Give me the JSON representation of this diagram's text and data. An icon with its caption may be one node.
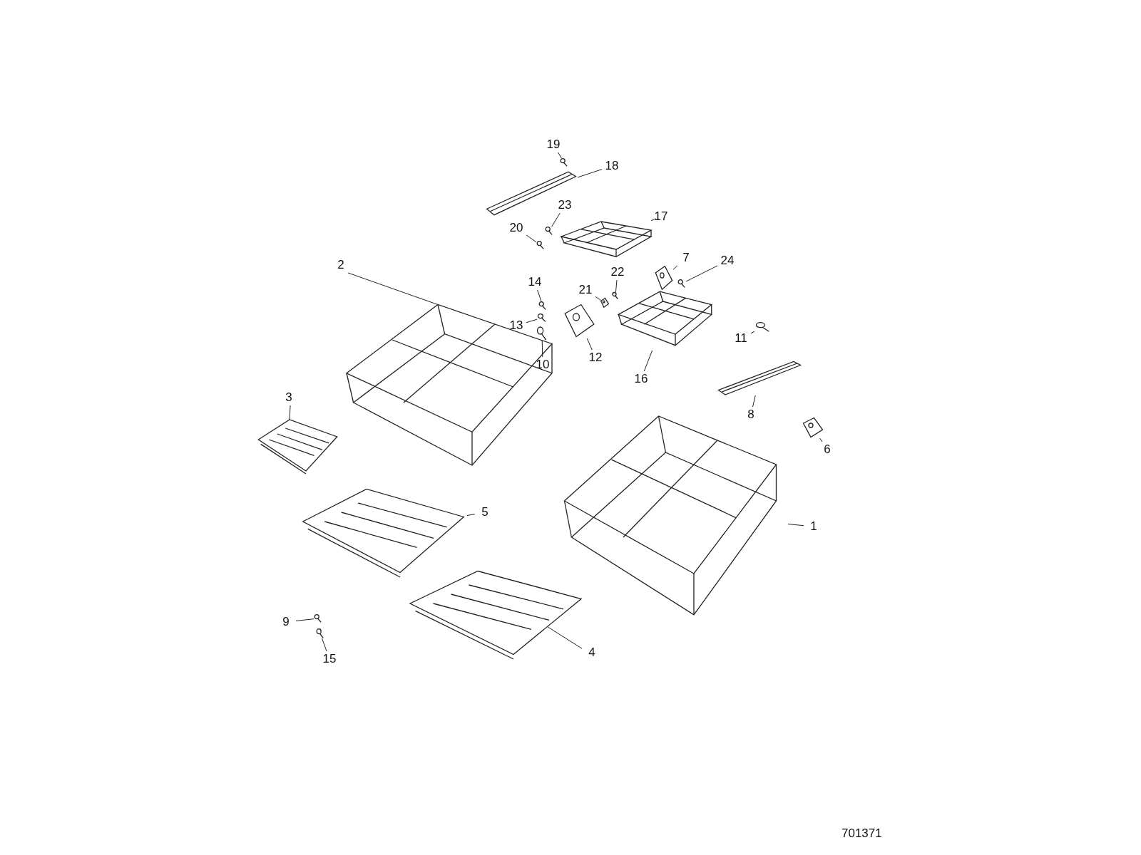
{
  "diagram": {
    "nodes": [
      {
        "text": [
          "1"
        ]
      },
      {
        "text": [
          "2"
        ]
      },
      {
        "text": [
          "3"
        ]
      },
      {
        "text": [
          "4"
        ]
      },
      {
        "text": [
          "5"
        ]
      },
      {
        "text": [
          "6"
        ]
      },
      {
        "text": [
          "7"
        ]
      },
      {
        "text": [
          "8"
        ]
      },
      {
        "text": [
          "9"
        ]
      },
      {
        "text": [
          "10"
        ]
      },
      {
        "text": [
          "11"
        ]
      },
      {
        "text": [
          "12"
        ]
      },
      {
        "text": [
          "13"
        ]
      },
      {
        "text": [
          "14"
        ]
      },
      {
        "text": [
          "15"
        ]
      },
      {
        "text": [
          "16"
        ]
      },
      {
        "text": [
          "17"
        ]
      },
      {
        "text": [
          "18"
        ]
      },
      {
        "text": [
          "19"
        ]
      },
      {
        "text": [
          "20"
        ]
      },
      {
        "text": [
          "21"
        ]
      },
      {
        "text": [
          "22"
        ]
      },
      {
        "text": [
          "23"
        ]
      },
      {
        "text": [
          "24"
        ]
      },
      {
        "text": [],
        "shape": "picture"
      },
      {
        "text": [],
        "shape": "picture"
      },
      {
        "text": [],
        "shape": "picture"
      },
      {
        "text": [],
        "shape": "picture"
      },
      {
        "text": [],
        "shape": "picture"
      },
      {
        "text": [],
        "shape": "picture"
      },
      {
        "text": [],
        "shape": "picture"
      },
      {
        "text": [],
        "shape": "picture"
      },
      {
        "text": [],
        "shape": "picture"
      },
      {
        "text": [],
        "shape": "picture"
      },
      {
        "text": [],
        "shape": "picture"
      },
      {
        "text": [],
        "shape": "picture"
      },
      {
        "text": [],
        "shape": "picture"
      },
      {
        "text": [],
        "shape": "picture"
      },
      {
        "text": [],
        "shape": "picture"
      },
      {
        "text": [],
        "shape": "picture"
      },
      {
        "text": [],
        "shape": "picture"
      },
      {
        "text": [],
        "shape": "picture"
      },
      {
        "text": [],
        "shape": "picture"
      },
      {
        "text": [],
        "shape": "picture"
      },
      {
        "text": [],
        "shape": "picture"
      },
      {
        "text": [],
        "shape": "picture"
      },
      {
        "text": [],
        "shape": "picture"
      },
      {
        "text": [],
        "shape": "picture"
      }
    ],
    "edges": [
      {
        "from": 0,
        "to": 24,
        "arrow": "none"
      },
      {
        "from": 1,
        "to": 25,
        "arrow": "none"
      },
      {
        "from": 2,
        "to": 26,
        "arrow": "none"
      },
      {
        "from": 3,
        "to": 27,
        "arrow": "none"
      },
      {
        "from": 4,
        "to": 28,
        "arrow": "none"
      },
      {
        "from": 5,
        "to": 29,
        "arrow": "none"
      },
      {
        "from": 6,
        "to": 30,
        "arrow": "none"
      },
      {
        "from": 7,
        "to": 31,
        "arrow": "none"
      },
      {
        "from": 8,
        "to": 32,
        "arrow": "none"
      },
      {
        "from": 9,
        "to": 33,
        "arrow": "none"
      },
      {
        "from": 10,
        "to": 34,
        "arrow": "none"
      },
      {
        "from": 11,
        "to": 35,
        "arrow": "none"
      },
      {
        "from": 12,
        "to": 36,
        "arrow": "none"
      },
      {
        "from": 13,
        "to": 37,
        "arrow": "none"
      },
      {
        "from": 14,
        "to": 38,
        "arrow": "none"
      },
      {
        "from": 15,
        "to": 39,
        "arrow": "none"
      },
      {
        "from": 16,
        "to": 40,
        "arrow": "none"
      },
      {
        "from": 17,
        "to": 41,
        "arrow": "none"
      },
      {
        "from": 18,
        "to": 42,
        "arrow": "none"
      },
      {
        "from": 19,
        "to": 43,
        "arrow": "none"
      },
      {
        "from": 20,
        "to": 44,
        "arrow": "none"
      },
      {
        "from": 21,
        "to": 45,
        "arrow": "none"
      },
      {
        "from": 22,
        "to": 46,
        "arrow": "none"
      },
      {
        "from": 23,
        "to": 47,
        "arrow": "none"
      }
    ],
    "labels": [
      "701371"
    ]
  }
}
